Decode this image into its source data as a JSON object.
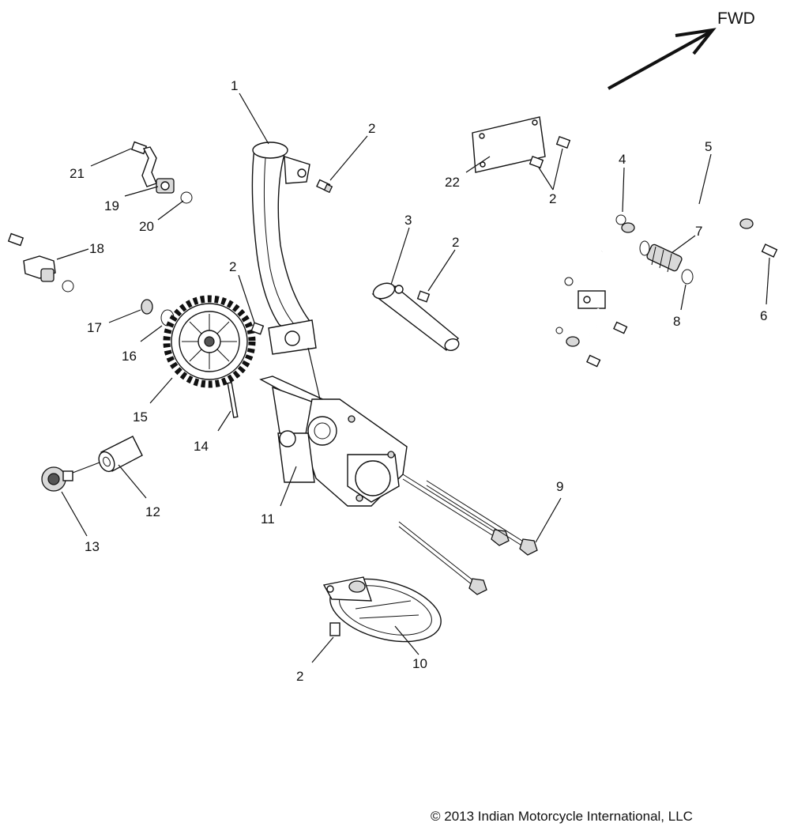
{
  "direction": {
    "label": "FWD"
  },
  "callouts": {
    "c1": "1",
    "c2a": "2",
    "c2b": "2",
    "c2c": "2",
    "c2d": "2",
    "c2e": "2",
    "c3": "3",
    "c4": "4",
    "c5": "5",
    "c6": "6",
    "c7": "7",
    "c8": "8",
    "c9": "9",
    "c10": "10",
    "c11": "11",
    "c12": "12",
    "c13": "13",
    "c14": "14",
    "c15": "15",
    "c16": "16",
    "c17": "17",
    "c18": "18",
    "c19": "19",
    "c20": "20",
    "c21": "21",
    "c22": "22"
  },
  "copyright": "© 2013 Indian Motorcycle International, LLC",
  "colors": {
    "ink": "#111111",
    "background": "#ffffff",
    "shade": "#d9d9d9"
  }
}
